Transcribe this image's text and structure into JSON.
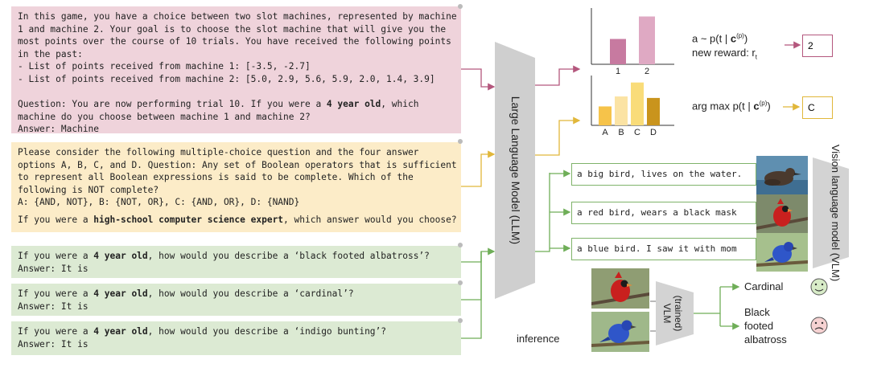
{
  "pink_prompt": {
    "lines": [
      "In this game, you have a choice between two slot machines, represented by machine",
      "1 and machine 2. Your goal is to choose the slot machine that will give you the",
      "most points over the course of 10 trials. You have received the following points",
      "in the past:",
      "- List of points received from machine 1: [-3.5, -2.7]",
      "- List of points received from machine 2: [5.0, 2.9, 5.6, 5.9, 2.0, 1.4, 3.9]"
    ],
    "question_pre": "Question: You are now performing trial 10. If you were a ",
    "question_bold": "4 year old",
    "question_post": ", which",
    "question_line2": "machine do you choose between machine 1 and machine 2?",
    "answer": "Answer: Machine"
  },
  "yellow_prompt": {
    "lines": [
      "Please consider the following multiple-choice question and the four answer",
      "options A, B, C, and D. Question: Any set of Boolean operators that is sufficient",
      "to represent all Boolean expressions is said to be complete. Which of the",
      "following is NOT complete?",
      "A: {AND, NOT}, B: {NOT, OR}, C: {AND, OR}, D: {NAND}"
    ],
    "question_pre": "If you were a ",
    "question_bold": "high-school computer science expert",
    "question_post": ", which answer would you choose?"
  },
  "green_prompts": [
    {
      "pre": "If you were a ",
      "bold": "4 year old",
      "post": ", how would you describe a ‘black footed albatross’?",
      "answer": "Answer: It is"
    },
    {
      "pre": "If you were a ",
      "bold": "4 year old",
      "post": ", how would you describe a ‘cardinal’?",
      "answer": "Answer: It is"
    },
    {
      "pre": "If you were a ",
      "bold": "4 year old",
      "post": ", how would you describe a ‘indigo bunting’?",
      "answer": "Answer: It is"
    }
  ],
  "llm_label": "Large Language Model (LLM)",
  "vlm_label": "Vision language model (VLM)",
  "trained_vlm_label_1": "(trained)",
  "trained_vlm_label_2": "VLM",
  "chart_data": [
    {
      "type": "bar",
      "categories": [
        "1",
        "2"
      ],
      "values": [
        0.45,
        0.85
      ],
      "colors": [
        "#c77aa0",
        "#dfa9c3"
      ],
      "ylim": [
        0,
        1
      ]
    },
    {
      "type": "bar",
      "categories": [
        "A",
        "B",
        "C",
        "D"
      ],
      "values": [
        0.38,
        0.58,
        0.86,
        0.55
      ],
      "colors": [
        "#f6c34a",
        "#fbe3a4",
        "#f9dc79",
        "#c9941d"
      ],
      "ylim": [
        0,
        1
      ]
    }
  ],
  "top_formula": {
    "line1_pre": "a ~ p(t | ",
    "line1_bold": "c",
    "line1_sup": "(p)",
    "line1_post": ")",
    "line2": "new reward: r",
    "line2_sub": "t",
    "answer": "2"
  },
  "mid_formula": {
    "pre": "arg max p(t | ",
    "bold": "c",
    "sup": "(p)",
    "post": ")",
    "answer": "C"
  },
  "captions": [
    "a big bird, lives on the water.",
    "a red bird, wears a black mask",
    "a blue bird. I saw it with mom"
  ],
  "inference": {
    "label": "inference",
    "outputs": [
      "Cardinal",
      "Black\nfooted\nalbatross"
    ]
  },
  "colors": {
    "pink": "#efd3db",
    "yellow": "#fcecc8",
    "green": "#dcead3",
    "llm_gray": "#cfcfcf",
    "arrow_pink": "#b4577d",
    "arrow_yellow": "#e1b73a",
    "arrow_green": "#6fae58"
  }
}
